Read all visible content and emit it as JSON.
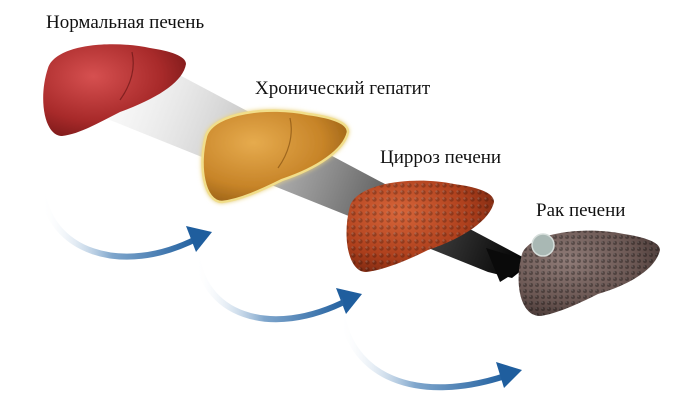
{
  "stages": [
    {
      "label": "Нормальная печень",
      "color": "#b03030"
    },
    {
      "label": "Хронический гепатит",
      "color": "#c9882c"
    },
    {
      "label": "Цирроз печени",
      "color": "#b3431e"
    },
    {
      "label": "Рак печени",
      "color": "#6e5a56"
    }
  ],
  "colors": {
    "progression_gradient_start": "#e6e6e6",
    "progression_gradient_end": "#000000",
    "curved_arrow": "#2d6aa6",
    "tumor": "#a9b8b4"
  }
}
